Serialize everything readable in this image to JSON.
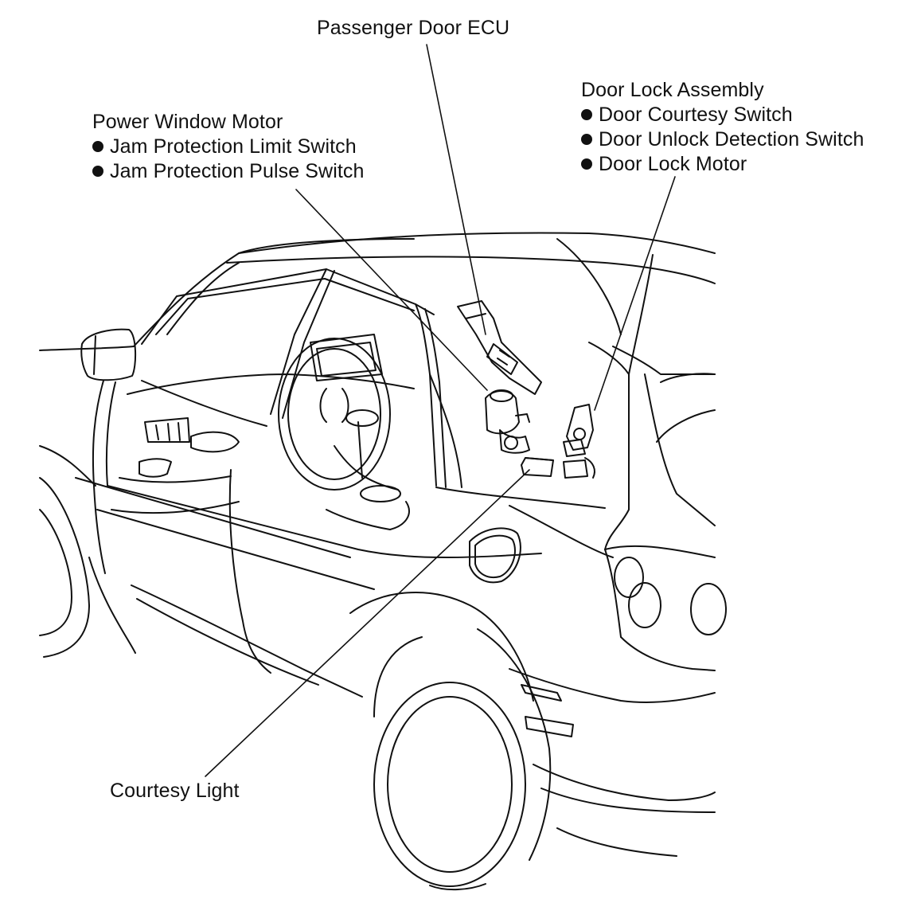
{
  "callouts": {
    "passenger_door_ecu": {
      "title": "Passenger Door ECU"
    },
    "power_window_motor": {
      "title": "Power Window Motor",
      "items": [
        "Jam Protection Limit Switch",
        "Jam Protection Pulse Switch"
      ]
    },
    "door_lock_assembly": {
      "title": "Door Lock Assembly",
      "items": [
        "Door Courtesy Switch",
        "Door Unlock Detection Switch",
        "Door Lock Motor"
      ]
    },
    "courtesy_light": {
      "title": "Courtesy Light"
    }
  },
  "style": {
    "line_color": "#111111",
    "background": "#ffffff"
  }
}
